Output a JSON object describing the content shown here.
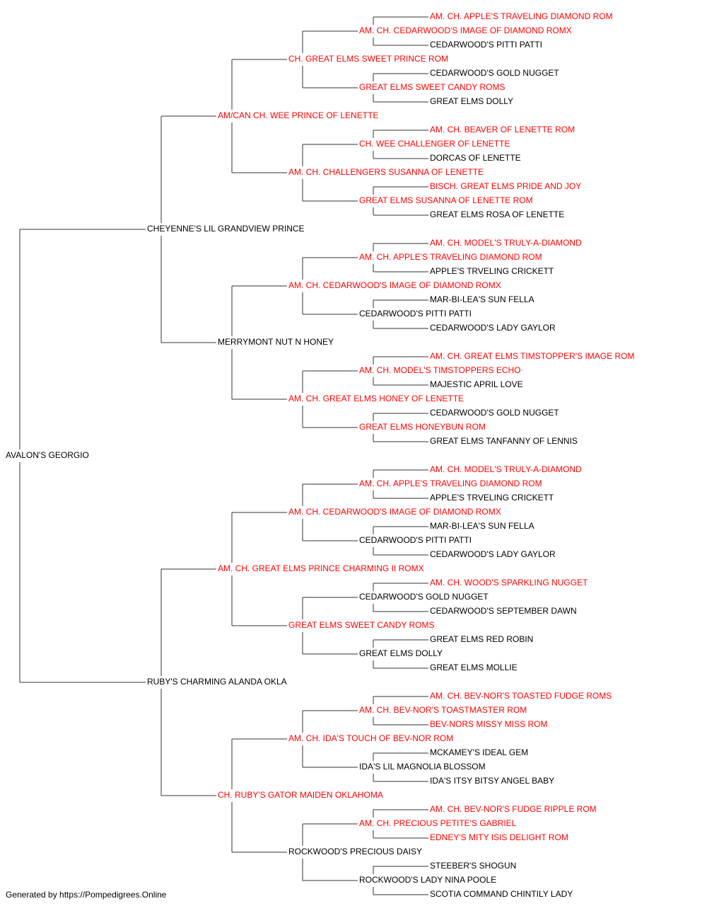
{
  "colors": {
    "champion": "#ff0000",
    "normal": "#000000",
    "line": "#333333"
  },
  "pedigree": {
    "name": "AVALON'S GEORGIO",
    "titled": false,
    "sire": {
      "name": "CHEYENNE'S LIL GRANDVIEW PRINCE",
      "titled": false,
      "sire": {
        "name": "AM/CAN CH. WEE PRINCE OF LENETTE",
        "titled": true,
        "sire": {
          "name": "CH. GREAT ELMS SWEET PRINCE ROM",
          "titled": true,
          "sire": {
            "name": "AM. CH. CEDARWOOD'S IMAGE OF DIAMOND ROMX",
            "titled": true,
            "sire": {
              "name": "AM. CH. APPLE'S TRAVELING DIAMOND ROM",
              "titled": true
            },
            "dam": {
              "name": "CEDARWOOD'S PITTI PATTI",
              "titled": false
            }
          },
          "dam": {
            "name": "GREAT ELMS SWEET CANDY ROMS",
            "titled": true,
            "sire": {
              "name": "CEDARWOOD'S GOLD NUGGET",
              "titled": false
            },
            "dam": {
              "name": "GREAT ELMS DOLLY",
              "titled": false
            }
          }
        },
        "dam": {
          "name": "AM. CH. CHALLENGERS SUSANNA OF LENETTE",
          "titled": true,
          "sire": {
            "name": "CH. WEE CHALLENGER OF LENETTE",
            "titled": true,
            "sire": {
              "name": "AM. CH. BEAVER OF LENETTE ROM",
              "titled": true
            },
            "dam": {
              "name": "DORCAS OF LENETTE",
              "titled": false
            }
          },
          "dam": {
            "name": "GREAT ELMS SUSANNA OF LENETTE ROM",
            "titled": true,
            "sire": {
              "name": "BISCH. GREAT ELMS PRIDE AND JOY",
              "titled": true
            },
            "dam": {
              "name": "GREAT ELMS ROSA OF LENETTE",
              "titled": false
            }
          }
        }
      },
      "dam": {
        "name": "MERRYMONT NUT N HONEY",
        "titled": false,
        "sire": {
          "name": "AM. CH. CEDARWOOD'S IMAGE OF DIAMOND ROMX",
          "titled": true,
          "sire": {
            "name": "AM. CH. APPLE'S TRAVELING DIAMOND ROM",
            "titled": true,
            "sire": {
              "name": "AM. CH. MODEL'S TRULY-A-DIAMOND",
              "titled": true
            },
            "dam": {
              "name": "APPLE'S TRVELING CRICKETT",
              "titled": false
            }
          },
          "dam": {
            "name": "CEDARWOOD'S PITTI PATTI",
            "titled": false,
            "sire": {
              "name": "MAR-BI-LEA'S SUN FELLA",
              "titled": false
            },
            "dam": {
              "name": "CEDARWOOD'S LADY GAYLOR",
              "titled": false
            }
          }
        },
        "dam": {
          "name": "AM. CH. GREAT ELMS HONEY OF LENETTE",
          "titled": true,
          "sire": {
            "name": "AM. CH. MODEL'S TIMSTOPPERS ECHO",
            "titled": true,
            "sire": {
              "name": "AM. CH. GREAT ELMS TIMSTOPPER'S IMAGE ROM",
              "titled": true
            },
            "dam": {
              "name": "MAJESTIC APRIL LOVE",
              "titled": false
            }
          },
          "dam": {
            "name": "GREAT ELMS HONEYBUN ROM",
            "titled": true,
            "sire": {
              "name": "CEDARWOOD'S GOLD NUGGET",
              "titled": false
            },
            "dam": {
              "name": "GREAT ELMS TANFANNY OF LENNIS",
              "titled": false
            }
          }
        }
      }
    },
    "dam": {
      "name": "RUBY'S CHARMING ALANDA OKLA",
      "titled": false,
      "sire": {
        "name": "AM. CH. GREAT ELMS PRINCE CHARMING II ROMX",
        "titled": true,
        "sire": {
          "name": "AM. CH. CEDARWOOD'S IMAGE OF DIAMOND ROMX",
          "titled": true,
          "sire": {
            "name": "AM. CH. APPLE'S TRAVELING DIAMOND ROM",
            "titled": true,
            "sire": {
              "name": "AM. CH. MODEL'S TRULY-A-DIAMOND",
              "titled": true
            },
            "dam": {
              "name": "APPLE'S TRVELING CRICKETT",
              "titled": false
            }
          },
          "dam": {
            "name": "CEDARWOOD'S PITTI PATTI",
            "titled": false,
            "sire": {
              "name": "MAR-BI-LEA'S SUN FELLA",
              "titled": false
            },
            "dam": {
              "name": "CEDARWOOD'S LADY GAYLOR",
              "titled": false
            }
          }
        },
        "dam": {
          "name": "GREAT ELMS SWEET CANDY ROMS",
          "titled": true,
          "sire": {
            "name": "CEDARWOOD'S GOLD NUGGET",
            "titled": false,
            "sire": {
              "name": "AM. CH. WOOD'S SPARKLING NUGGET",
              "titled": true
            },
            "dam": {
              "name": "CEDARWOOD'S SEPTEMBER DAWN",
              "titled": false
            }
          },
          "dam": {
            "name": "GREAT ELMS DOLLY",
            "titled": false,
            "sire": {
              "name": "GREAT ELMS RED ROBIN",
              "titled": false
            },
            "dam": {
              "name": "GREAT ELMS MOLLIE",
              "titled": false
            }
          }
        }
      },
      "dam": {
        "name": "CH. RUBY'S GATOR MAIDEN OKLAHOMA",
        "titled": true,
        "sire": {
          "name": "AM. CH. IDA'S TOUCH OF BEV-NOR ROM",
          "titled": true,
          "sire": {
            "name": "AM. CH. BEV-NOR'S TOASTMASTER ROM",
            "titled": true,
            "sire": {
              "name": "AM. CH. BEV-NOR'S TOASTED FUDGE ROMS",
              "titled": true
            },
            "dam": {
              "name": "BEV-NORS MISSY MISS ROM",
              "titled": true
            }
          },
          "dam": {
            "name": "IDA'S LIL MAGNOLIA BLOSSOM",
            "titled": false,
            "sire": {
              "name": "MCKAMEY'S IDEAL GEM",
              "titled": false
            },
            "dam": {
              "name": "IDA'S ITSY BITSY ANGEL BABY",
              "titled": false
            }
          }
        },
        "dam": {
          "name": "ROCKWOOD'S PRECIOUS DAISY",
          "titled": false,
          "sire": {
            "name": "AM. CH. PRECIOUS PETITE'S GABRIEL",
            "titled": true,
            "sire": {
              "name": "AM. CH. BEV-NOR'S FUDGE RIPPLE ROM",
              "titled": true
            },
            "dam": {
              "name": "EDNEY'S MITY ISIS DELIGHT ROM",
              "titled": true
            }
          },
          "dam": {
            "name": "ROCKWOOD'S LADY NINA POOLE",
            "titled": false,
            "sire": {
              "name": "STEEBER'S SHOGUN",
              "titled": false
            },
            "dam": {
              "name": "SCOTIA COMMAND CHINTILY LADY",
              "titled": false
            }
          }
        }
      }
    }
  },
  "footer": {
    "text": "Generated by https://Pompedigrees.Online"
  }
}
